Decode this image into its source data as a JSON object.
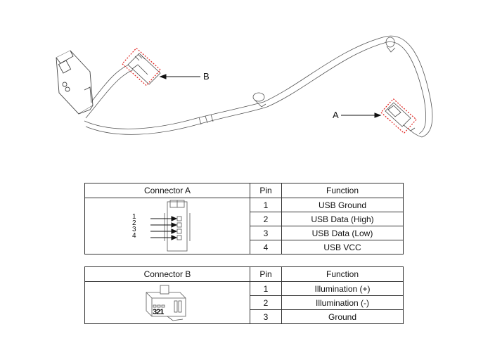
{
  "diagram": {
    "callouts": [
      {
        "id": "A",
        "label": "A"
      },
      {
        "id": "B",
        "label": "B"
      }
    ],
    "highlight_color": "#e0201c",
    "line_color": "#333333"
  },
  "tables": {
    "connector_a": {
      "headers": [
        "Connector A",
        "Pin",
        "Function"
      ],
      "pin_labels": [
        "1",
        "2",
        "3",
        "4"
      ],
      "rows": [
        {
          "pin": "1",
          "function": "USB Ground"
        },
        {
          "pin": "2",
          "function": "USB Data (High)"
        },
        {
          "pin": "3",
          "function": "USB Data (Low)"
        },
        {
          "pin": "4",
          "function": "USB VCC"
        }
      ]
    },
    "connector_b": {
      "headers": [
        "Connector B",
        "Pin",
        "Function"
      ],
      "pin_marking": "321",
      "rows": [
        {
          "pin": "1",
          "function": "Illumination (+)"
        },
        {
          "pin": "2",
          "function": "Illumination (-)"
        },
        {
          "pin": "3",
          "function": "Ground"
        }
      ]
    }
  }
}
